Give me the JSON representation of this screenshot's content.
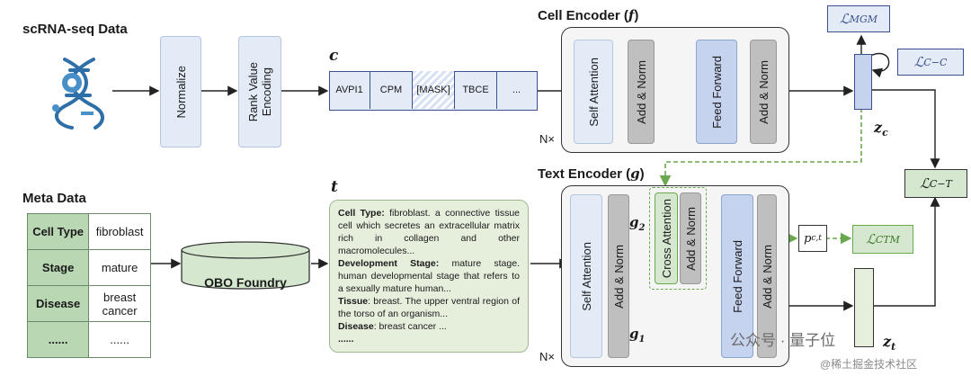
{
  "titles": {
    "scrna": "scRNA-seq Data",
    "meta": "Meta Data",
    "cell_encoder": "Cell Encoder (",
    "cell_encoder_var": "f",
    "text_encoder": "Text Encoder (",
    "text_encoder_var": "g",
    "close_paren": ")"
  },
  "preprocess": {
    "normalize": "Normalize",
    "rank_value_line1": "Rank Value",
    "rank_value_line2": "Encoding"
  },
  "token_label": "c",
  "tokens": [
    "AVPI1",
    "CPM",
    "[MASK]",
    "TBCE",
    "..."
  ],
  "cell_encoder_blocks": [
    "Self Attention",
    "Add & Norm",
    "Feed Forward",
    "Add & Norm"
  ],
  "text_encoder_blocks": [
    "Self Attention",
    "Add & Norm",
    "Cross Attention",
    "Add & Norm",
    "Feed Forward",
    "Add & Norm"
  ],
  "nx": "N×",
  "meta_table": [
    {
      "key": "Cell Type",
      "value": "fibroblast"
    },
    {
      "key": "Stage",
      "value": "mature"
    },
    {
      "key": "Disease",
      "value": "breast cancer"
    },
    {
      "key": "......",
      "value": "......"
    }
  ],
  "obo": "OBO Foundry",
  "text_label": "t",
  "text_card": [
    {
      "key": "Cell Type:",
      "text": " fibroblast. a connective tissue cell which secretes an extracellular matrix rich in collagen and other macromolecules..."
    },
    {
      "key": "Development Stage:",
      "text": " mature stage. human developmental stage that refers to a sexually mature human..."
    },
    {
      "key": "Tissue",
      "text": ": breast. The upper ventral region of the torso of an organism..."
    },
    {
      "key": "Disease",
      "text": ": breast cancer ..."
    },
    {
      "key": "......",
      "text": ""
    }
  ],
  "gates": {
    "g2": "g",
    "g2_sub": "2",
    "g1": "g",
    "g1_sub": "1"
  },
  "embeddings": {
    "zc": "z",
    "zc_sub": "c",
    "zt": "z",
    "zt_sub": "t"
  },
  "pct": {
    "base": "p",
    "sub": "c,t"
  },
  "losses": {
    "mgm": {
      "base": "ℒ",
      "sub": "MGM"
    },
    "cc": {
      "base": "ℒ",
      "sub": "C−C"
    },
    "ct": {
      "base": "ℒ",
      "sub": "C−T"
    },
    "ctm": {
      "base": "ℒ",
      "sub": "CTM"
    }
  },
  "watermark": {
    "line1": "公众号 · 量子位",
    "line2": "@稀土掘金技术社区"
  },
  "colors": {
    "blue_fill": "#e3ebf7",
    "green_fill": "#d5e8cf",
    "green_dash": "#6aa84f",
    "grey_block": "#bfbfbf"
  }
}
